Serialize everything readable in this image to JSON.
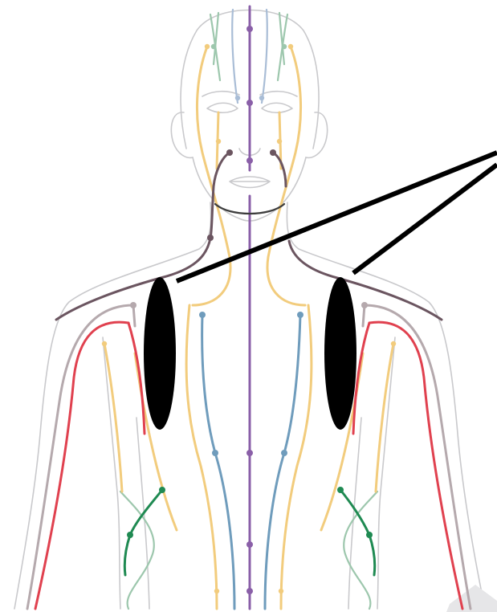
{
  "figure": {
    "kind": "acupuncture meridian diagram (head, neck and upper torso, front view)",
    "background": "#ffffff",
    "colors": {
      "outline": "#c9c9cc",
      "conception_vessel": "#8a5fa8",
      "stomach_meridian": "#f2cc7d",
      "kidney_meridian": "#6f9cbc",
      "lung_meridian": "#e0414f",
      "pericardium_meridian": "#b5a9ad",
      "large_intestine_meridian": "#6b5560",
      "small_intestine_meridian": "#9dc7ad",
      "heart_meridian": "#1f8a52",
      "bladder_meridian": "#a9bdd6",
      "marker_fill": "#000000",
      "pointer_line": "#000000"
    },
    "markers": [
      "left-shoulder-oval-marker",
      "right-shoulder-oval-marker"
    ],
    "pointer_lines": [
      "pointer-line-to-left-marker",
      "pointer-line-to-right-marker"
    ]
  }
}
